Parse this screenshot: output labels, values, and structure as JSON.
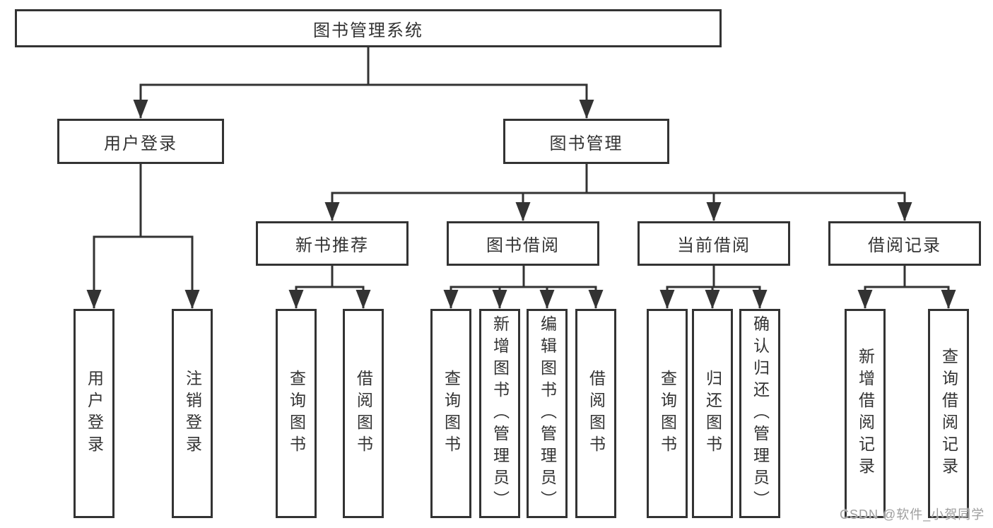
{
  "nodes": {
    "root": "图书管理系统",
    "user_login": "用户登录",
    "book_mgmt": "图书管理",
    "new_book": "新书推荐",
    "book_borrow": "图书借阅",
    "current_borrow": "当前借阅",
    "borrow_record": "借阅记录"
  },
  "leaves": {
    "user_login": [
      "用户登录",
      "注销登录"
    ],
    "new_book": [
      "查询图书",
      "借阅图书"
    ],
    "book_borrow": [
      "查询图书",
      "新增图书（管理员）",
      "编辑图书（管理员）",
      "借阅图书"
    ],
    "current_borrow": [
      "查询图书",
      "归还图书",
      "确认归还（管理员）"
    ],
    "borrow_record": [
      "新增借阅记录",
      "查询借阅记录"
    ]
  },
  "watermark": {
    "text": "CSDN @软件_小贺同学"
  },
  "colors": {
    "line": "#333333",
    "text": "#333333",
    "watermark": "#9e9e9e",
    "background": "#ffffff"
  }
}
